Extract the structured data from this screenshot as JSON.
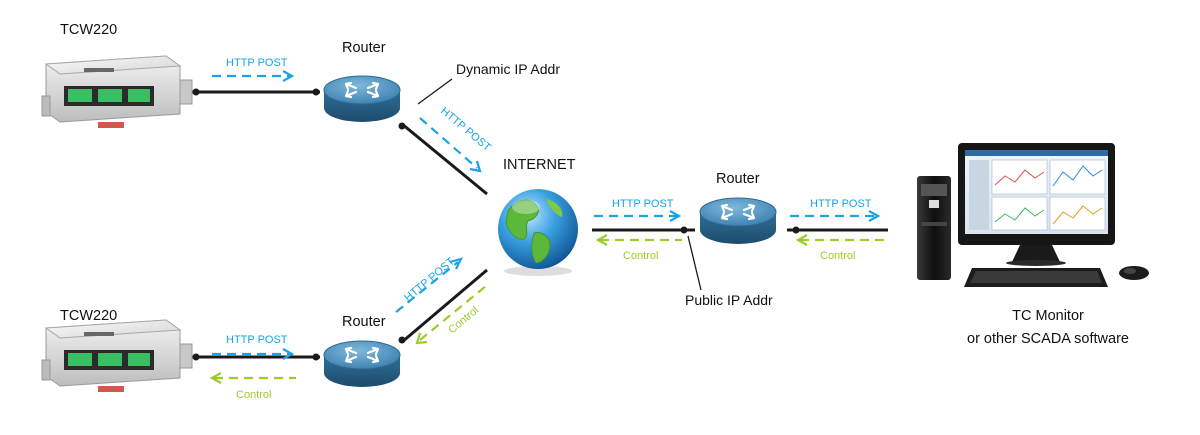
{
  "devices": {
    "top_label": "TCW220",
    "bottom_label": "TCW220"
  },
  "routers": {
    "top_label": "Router",
    "bottom_label": "Router",
    "right_label": "Router"
  },
  "internet": {
    "label": "INTERNET"
  },
  "annotations": {
    "dynamic_ip": "Dynamic IP Addr",
    "public_ip": "Public IP Addr"
  },
  "pc": {
    "label_line1": "TC Monitor",
    "label_line2": "or other SCADA software"
  },
  "arrows": {
    "http_post": "HTTP POST",
    "control": "Control"
  },
  "colors": {
    "http_arrow": "#1aa3e6",
    "control_arrow": "#9ccb2c",
    "link_line": "#1a1a1a",
    "router_body": "#3c84b0"
  }
}
